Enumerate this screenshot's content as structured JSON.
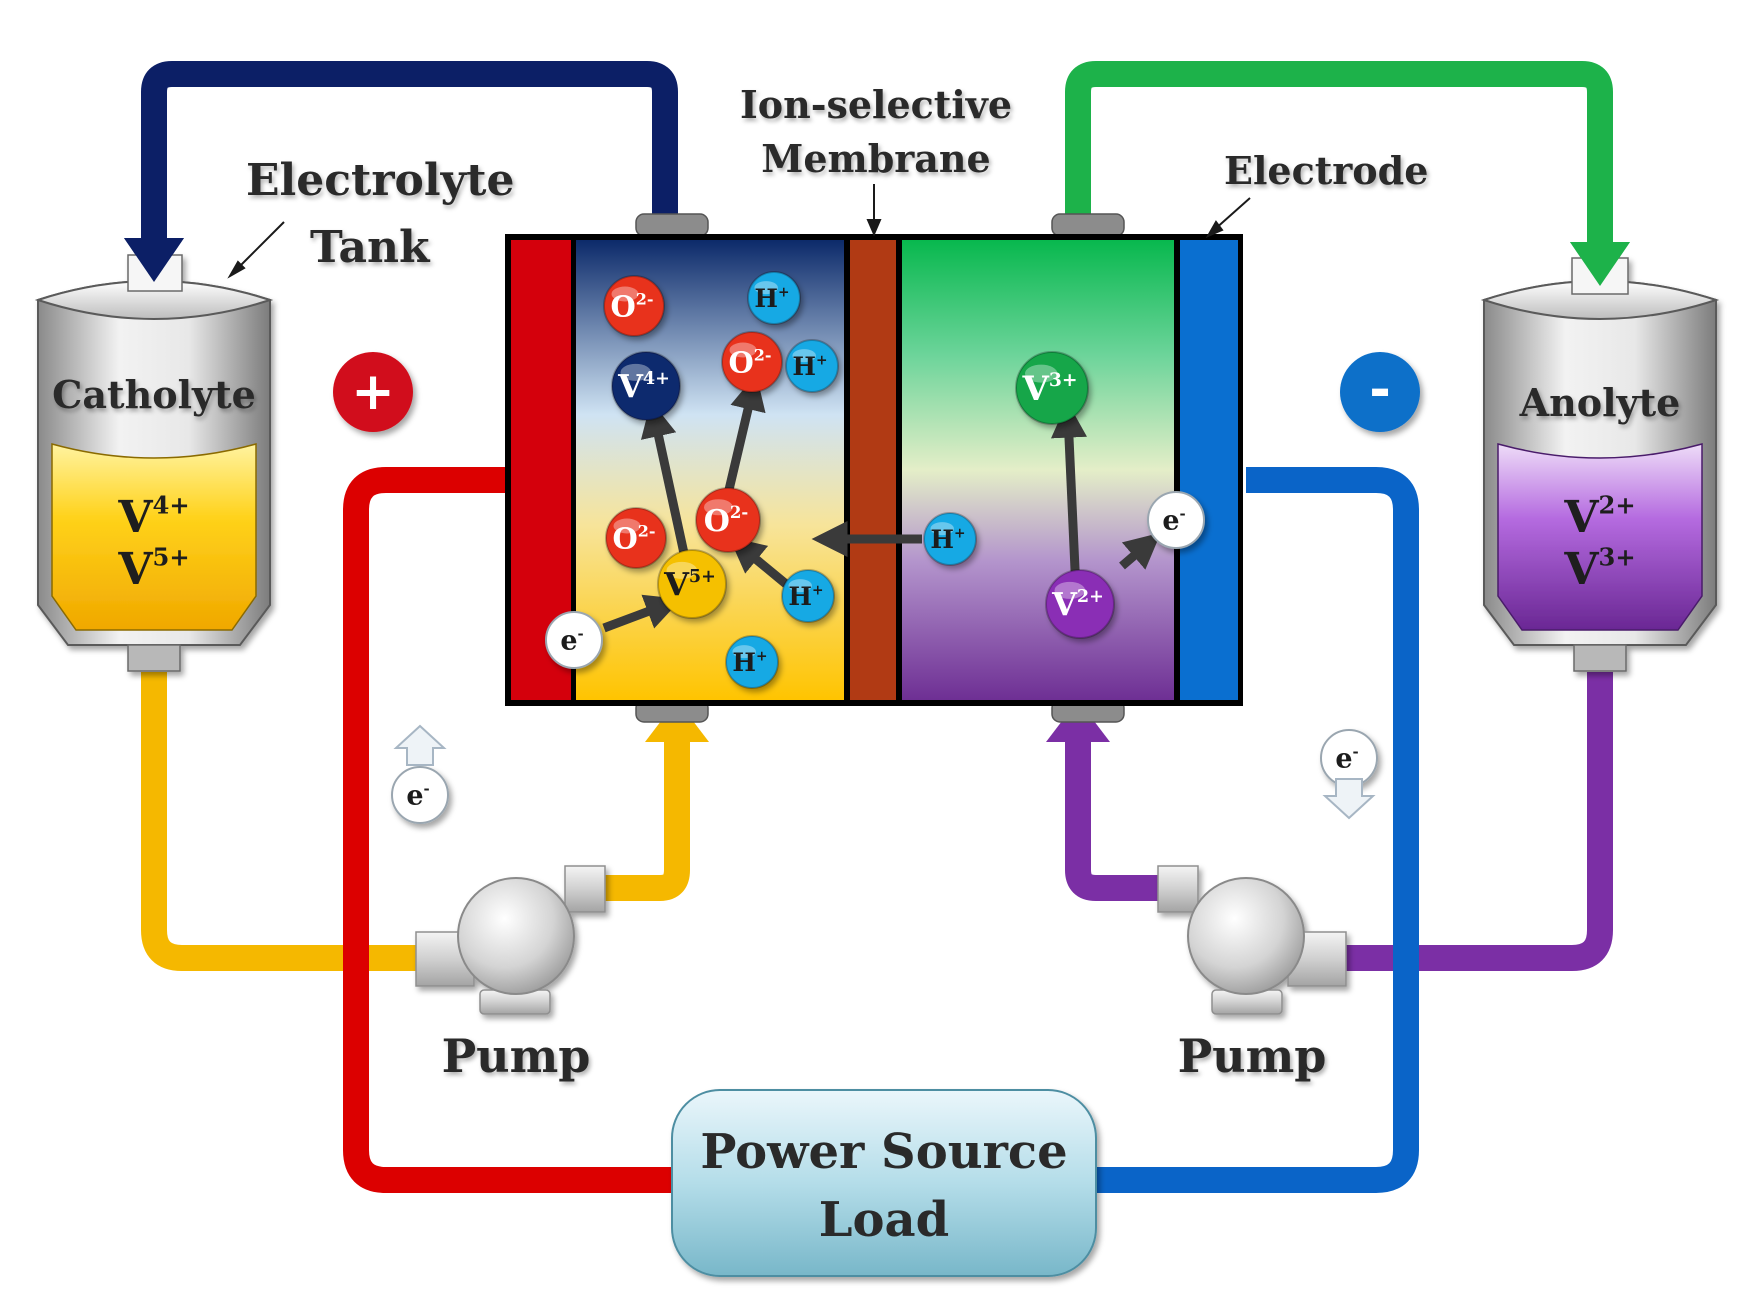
{
  "labels": {
    "electrolyte_tank": [
      "Electrolyte",
      "Tank"
    ],
    "membrane": [
      "Ion-selective",
      "Membrane"
    ],
    "electrode": "Electrode",
    "catholyte": "Catholyte",
    "anolyte": "Anolyte",
    "pump_left": "Pump",
    "pump_right": "Pump",
    "power_source": [
      "Power Source",
      "Load"
    ],
    "plus": "+",
    "minus": "-"
  },
  "tanks": {
    "catholyte_ions": [
      {
        "base": "V",
        "sup": "4+"
      },
      {
        "base": "V",
        "sup": "5+"
      }
    ],
    "anolyte_ions": [
      {
        "base": "V",
        "sup": "2+"
      },
      {
        "base": "V",
        "sup": "3+"
      }
    ]
  },
  "ions": {
    "o_1": {
      "base": "O",
      "sup": "2-"
    },
    "h_1": {
      "base": "H",
      "sup": "+"
    },
    "v4": {
      "base": "V",
      "sup": "4+"
    },
    "o_2": {
      "base": "O",
      "sup": "2-"
    },
    "h_2": {
      "base": "H",
      "sup": "+"
    },
    "o_3": {
      "base": "O",
      "sup": "2-"
    },
    "o_4": {
      "base": "O",
      "sup": "2-"
    },
    "v5": {
      "base": "V",
      "sup": "5+"
    },
    "h_3": {
      "base": "H",
      "sup": "+"
    },
    "h_4": {
      "base": "H",
      "sup": "+"
    },
    "e_cell_left": {
      "base": "e",
      "sup": "-"
    },
    "h_membrane": {
      "base": "H",
      "sup": "+"
    },
    "v3": {
      "base": "V",
      "sup": "3+"
    },
    "v2": {
      "base": "V",
      "sup": "2+"
    },
    "e_cell_right": {
      "base": "e",
      "sup": "-"
    },
    "e_wire_left": {
      "base": "e",
      "sup": "-"
    },
    "e_wire_right": {
      "base": "e",
      "sup": "-"
    }
  },
  "colors": {
    "catholyte_pipe": "#f5b800",
    "anolyte_pipe": "#7b2fa5",
    "positive_wire": "#dc0000",
    "negative_wire": "#0a64c8",
    "top_left_pipe": "#0c1f66",
    "top_right_pipe": "#1db24a",
    "membrane": "#b13a14",
    "positive_electrode": "#d4000c",
    "negative_electrode": "#0a6fd0",
    "oxygen_ion": "#e8321e",
    "hydrogen_ion": "#18a9e4",
    "v4_ion": "#0d2a6e",
    "v5_ion": "#f5c000",
    "v3_ion": "#13a64a",
    "v2_ion": "#8a2fb5",
    "electron": "#ffffff"
  }
}
